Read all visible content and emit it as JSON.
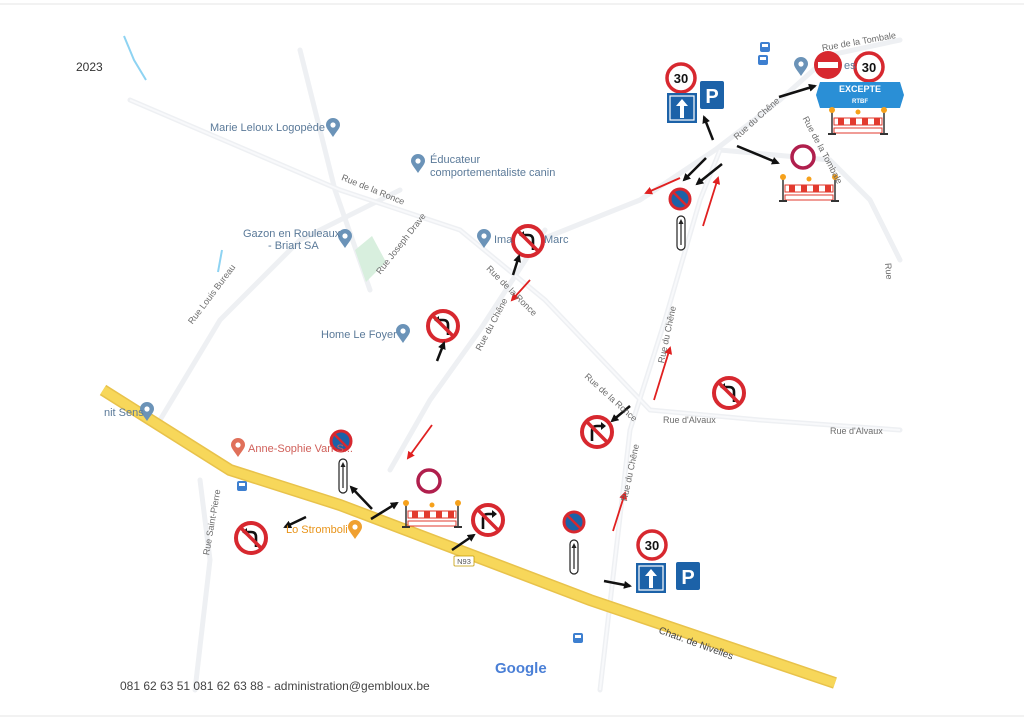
{
  "page": {
    "year_fragment": "2023",
    "footer_fragment": "081 62 63 51 081 62 63 88 - administration@gembloux.be"
  },
  "map": {
    "provider_logo": "Google",
    "route_badge": "N93",
    "pois": [
      {
        "key": "logopede",
        "label": "Marie Leloux Logopède"
      },
      {
        "key": "educateur_1",
        "label": "Éducateur"
      },
      {
        "key": "educateur_2",
        "label": "comportementaliste canin"
      },
      {
        "key": "gazon_1",
        "label": "Gazon en Rouleaux"
      },
      {
        "key": "gazon_2",
        "label": "- Briart SA"
      },
      {
        "key": "imarc",
        "label": "Ima"
      },
      {
        "key": "imarc2",
        "label": "Marc"
      },
      {
        "key": "home",
        "label": "Home Le Foyer"
      },
      {
        "key": "sens",
        "label": "nit Sens"
      },
      {
        "key": "anne",
        "label": "Anne-Sophie Van S..."
      },
      {
        "key": "stromboli",
        "label": "Lo Stromboli"
      },
      {
        "key": "tombale_poi",
        "label": "es"
      }
    ],
    "streets": [
      {
        "key": "ronce_top",
        "label": "Rue de la Ronce"
      },
      {
        "key": "joseph",
        "label": "Rue Joseph Drave"
      },
      {
        "key": "bureau",
        "label": "Rue Louis Bureau"
      },
      {
        "key": "ronce_mid",
        "label": "Rue de la Ronce"
      },
      {
        "key": "chene_mid",
        "label": "Rue du Chêne"
      },
      {
        "key": "ronce_low",
        "label": "Rue de la Ronce"
      },
      {
        "key": "chene_right",
        "label": "Rue du Chêne"
      },
      {
        "key": "chene_low",
        "label": "Rue du Chêne"
      },
      {
        "key": "alvaux1",
        "label": "Rue d'Alvaux"
      },
      {
        "key": "alvaux2",
        "label": "Rue d'Alvaux"
      },
      {
        "key": "chene_top",
        "label": "Rue du Chêne"
      },
      {
        "key": "tombale_top",
        "label": "Rue de la Tombale"
      },
      {
        "key": "tombale_side",
        "label": "Rue de la Tombale"
      },
      {
        "key": "stpierre",
        "label": "Rue Saint-Pierre"
      },
      {
        "key": "nivelles",
        "label": "Chau. de Nivelles"
      },
      {
        "key": "rue_right",
        "label": "Rue"
      }
    ]
  },
  "signs": {
    "speed_limit": "30",
    "parking": "P",
    "except_label": "EXCEPTE",
    "except_sub": "RTBF"
  },
  "colors": {
    "main_road": "#f7d75a",
    "sign_red": "#d7282f",
    "sign_blue": "#1c62a8",
    "except_blue": "#2a8fd6",
    "barrier_red": "#e23a2e",
    "arrow_red": "#e02020",
    "arrow_black": "#111111"
  }
}
